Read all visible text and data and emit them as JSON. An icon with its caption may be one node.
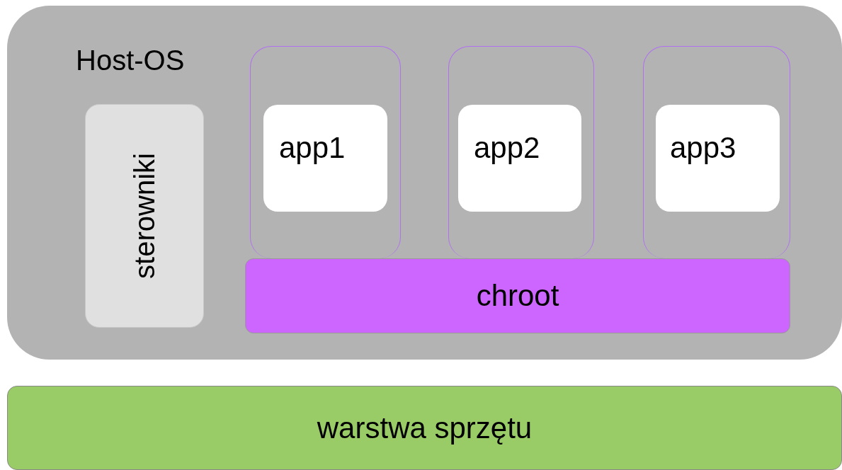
{
  "diagram": {
    "nodes": [
      {
        "text": [
          "Host-OS"
        ]
      },
      {
        "text": [
          "sterowniki"
        ],
        "in": 0
      },
      {
        "text": [],
        "shape": "box",
        "in": 0
      },
      {
        "text": [
          "app1"
        ],
        "in": 2
      },
      {
        "text": [],
        "shape": "box",
        "in": 0
      },
      {
        "text": [
          "app2"
        ],
        "in": 4
      },
      {
        "text": [],
        "shape": "box",
        "in": 0
      },
      {
        "text": [
          "app3"
        ],
        "in": 6
      },
      {
        "text": [
          "chroot"
        ],
        "in": 0
      },
      {
        "text": [
          "warstwa sprzętu"
        ]
      }
    ]
  }
}
